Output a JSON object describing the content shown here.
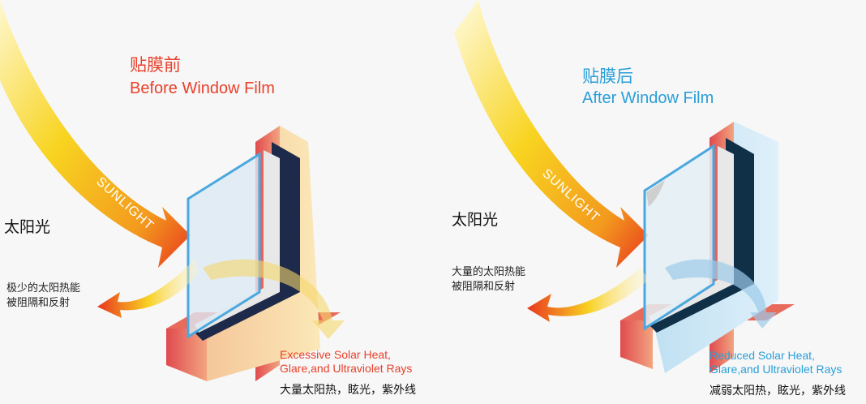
{
  "colors": {
    "before_accent": "#e8412c",
    "after_accent": "#2a9fd8",
    "background": "#f7f7f7"
  },
  "before": {
    "title_cn": "贴膜前",
    "title_en": "Before Window Film",
    "sunlight_label": "SUNLIGHT",
    "sun_cn": "太阳光",
    "reflected_line1": "极少的太阳热能",
    "reflected_line2": "被阻隔和反射",
    "transmitted_en_line1": "Excessive Solar Heat,",
    "transmitted_en_line2": "Glare,and Ultraviolet Rays",
    "transmitted_cn": "大量太阳热，眩光，紫外线"
  },
  "after": {
    "title_cn": "贴膜后",
    "title_en": "After Window Film",
    "sunlight_label": "SUNLIGHT",
    "sun_cn": "太阳光",
    "reflected_line1": "大量的太阳热能",
    "reflected_line2": "被阻隔和反射",
    "transmitted_en_line1": "Reduced Solar Heat,",
    "transmitted_en_line2": "Glare,and Ultraviolet Rays",
    "transmitted_cn": "减弱太阳热，眩光，紫外线"
  }
}
